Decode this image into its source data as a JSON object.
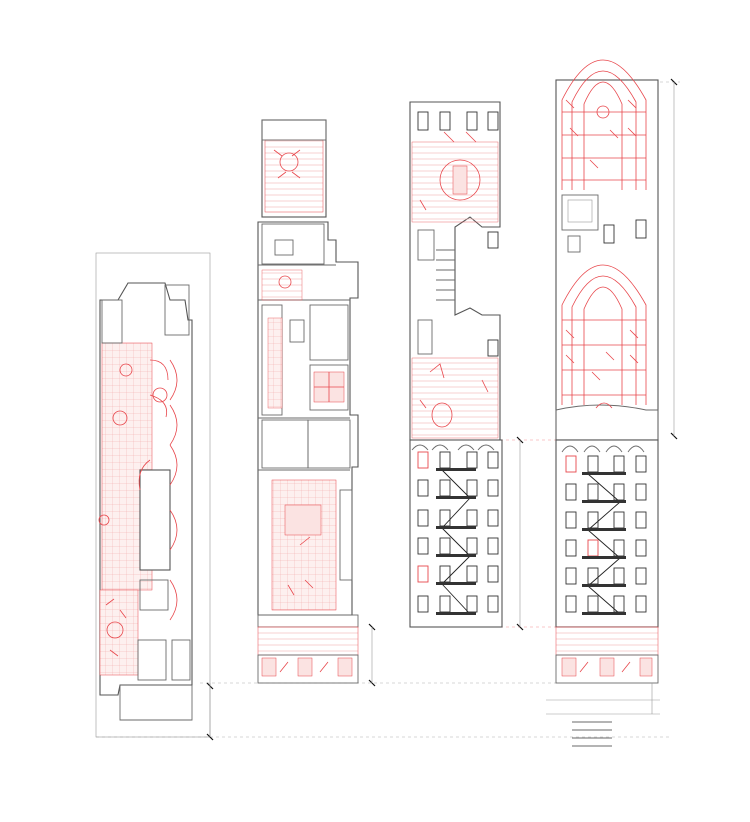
{
  "colors": {
    "accent": "#e8474c",
    "tint": "#fbe3e2",
    "line": "#6a6a6a"
  },
  "drawings": [
    {
      "id": "section-1"
    },
    {
      "id": "section-2"
    },
    {
      "id": "section-3-elevation"
    },
    {
      "id": "section-4-elevation"
    }
  ]
}
